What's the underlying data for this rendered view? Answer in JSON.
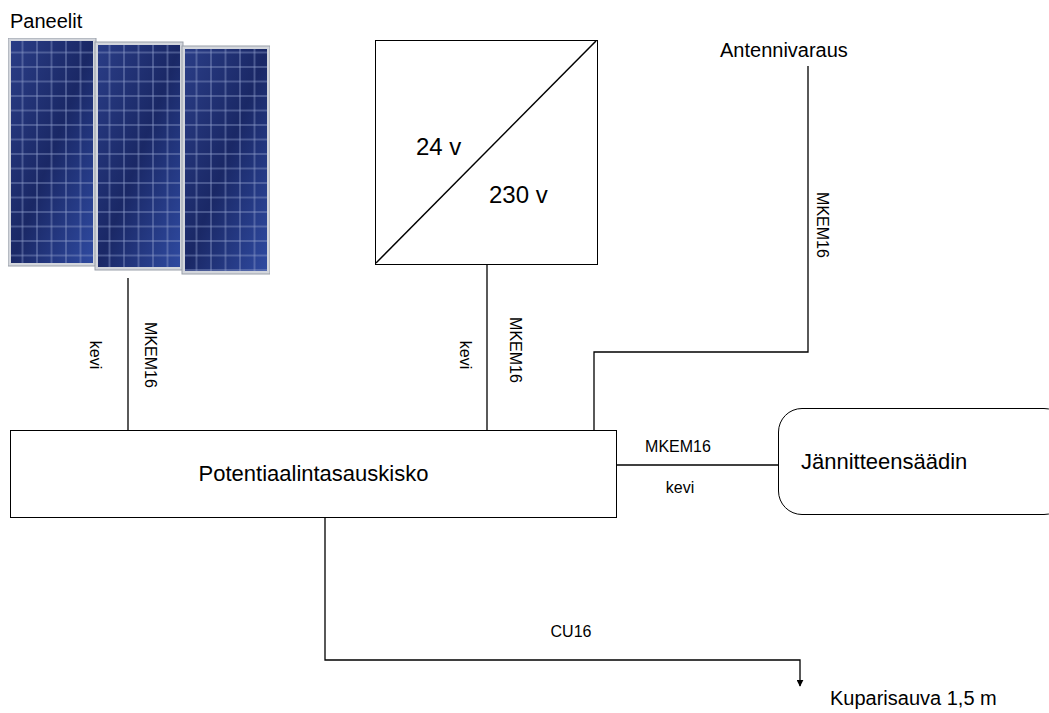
{
  "diagram": {
    "nodes": [
      {
        "text": [
          "Paneelit"
        ]
      },
      {
        "text": [
          "24 v",
          "230 v"
        ]
      },
      {
        "text": [
          "Antennivaraus"
        ]
      },
      {
        "text": [
          "Potentiaalintasauskisko"
        ]
      },
      {
        "text": [
          "Jännitteensäädin"
        ]
      },
      {
        "text": [
          "Kuparisauva 1,5 m"
        ]
      }
    ],
    "edges": [
      {
        "from": 0,
        "to": 3,
        "arrow": "none",
        "label": "MKEM16"
      },
      {
        "from": 1,
        "to": 3,
        "arrow": "none",
        "label": "MKEM16"
      },
      {
        "from": 2,
        "to": 3,
        "arrow": "none",
        "label": "MKEM16"
      },
      {
        "from": 3,
        "to": 4,
        "arrow": "none",
        "label": "MKEM16"
      },
      {
        "from": 3,
        "to": 5,
        "arrow": "to",
        "label": "CU16"
      }
    ],
    "labels": [
      "kevi",
      "kevi",
      "kevi"
    ]
  }
}
